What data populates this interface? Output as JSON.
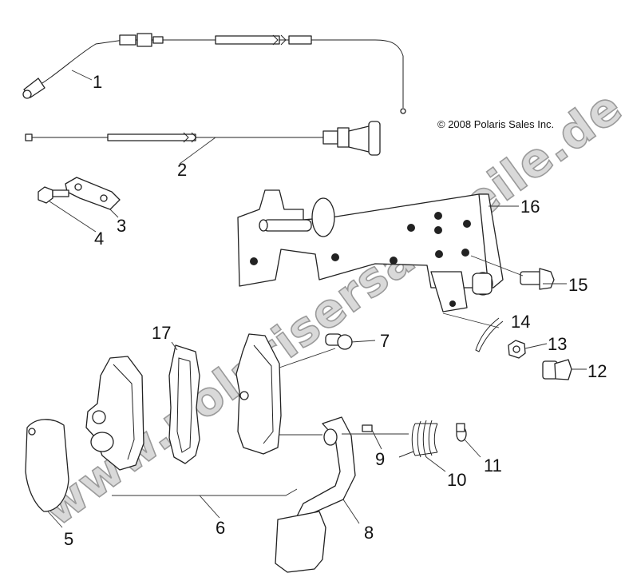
{
  "copyright": "© 2008 Polaris Sales Inc.",
  "watermark": "www.polarisersatzteile.de",
  "callouts": [
    "1",
    "2",
    "3",
    "4",
    "5",
    "6",
    "7",
    "8",
    "9",
    "10",
    "11",
    "12",
    "13",
    "14",
    "15",
    "16",
    "17"
  ]
}
